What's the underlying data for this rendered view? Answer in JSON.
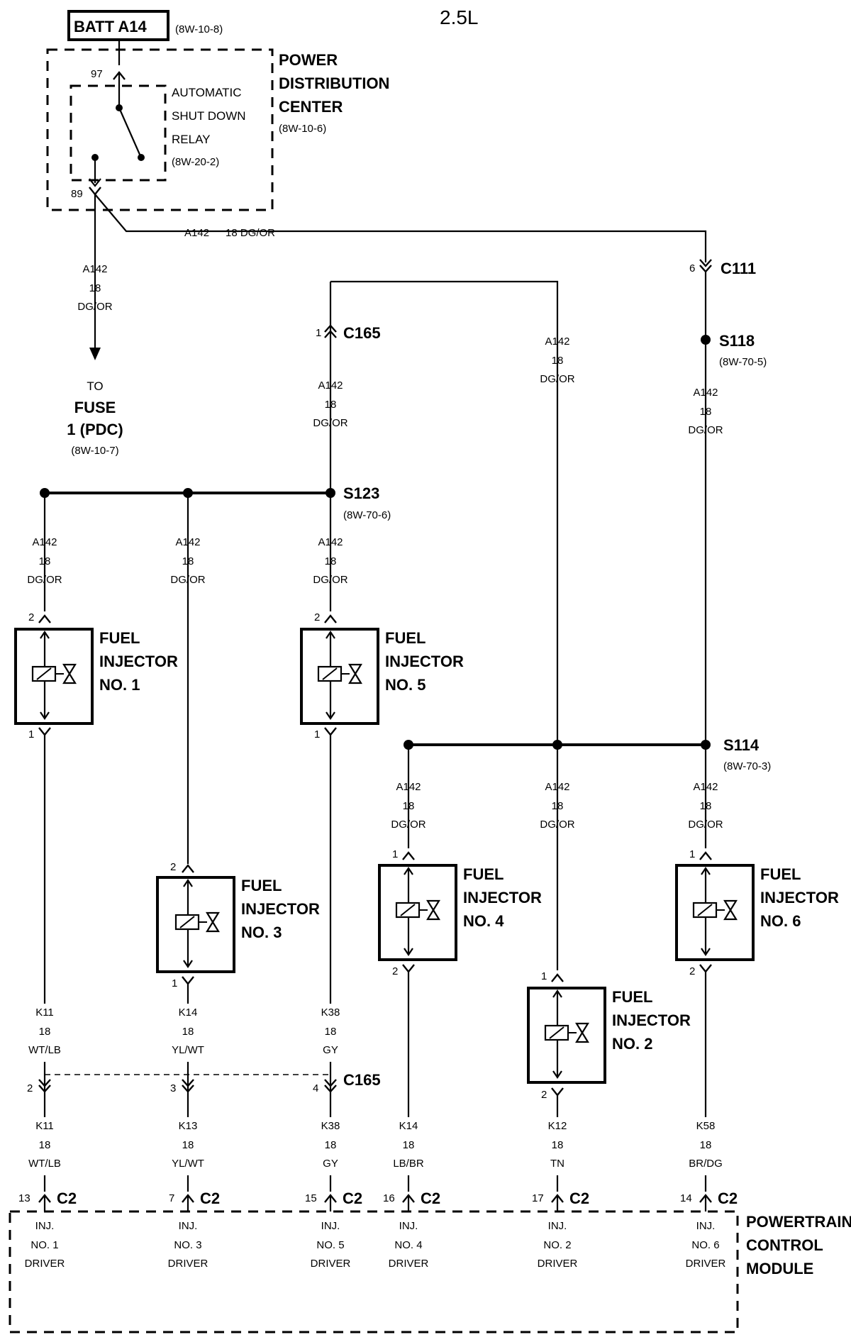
{
  "title": "2.5L",
  "batt": {
    "label": "BATT A14",
    "ref": "(8W-10-8)"
  },
  "pdc": {
    "l1": "POWER",
    "l2": "DISTRIBUTION",
    "l3": "CENTER",
    "ref": "(8W-10-6)"
  },
  "relay": {
    "l1": "AUTOMATIC",
    "l2": "SHUT DOWN",
    "l3": "RELAY",
    "ref": "(8W-20-2)",
    "pin_in": "97",
    "pin_out": "89"
  },
  "wire_a142": {
    "circuit": "A142",
    "gauge": "18",
    "color": "DG/OR",
    "inline": "18 DG/OR"
  },
  "fuse": {
    "to": "TO",
    "l1": "FUSE",
    "l2": "1 (PDC)",
    "ref": "(8W-10-7)"
  },
  "connectors": {
    "c111": "C111",
    "c111_pin": "6",
    "c165": "C165",
    "c165_top_pin": "1",
    "c2": "C2"
  },
  "splices": {
    "s118": "S118",
    "s118_ref": "(8W-70-5)",
    "s123": "S123",
    "s123_ref": "(8W-70-6)",
    "s114": "S114",
    "s114_ref": "(8W-70-3)"
  },
  "injectors": [
    {
      "l1": "FUEL",
      "l2": "INJECTOR",
      "l3": "NO. 1",
      "pin_top": "2",
      "pin_bot": "1"
    },
    {
      "l1": "FUEL",
      "l2": "INJECTOR",
      "l3": "NO. 3",
      "pin_top": "2",
      "pin_bot": "1"
    },
    {
      "l1": "FUEL",
      "l2": "INJECTOR",
      "l3": "NO. 5",
      "pin_top": "2",
      "pin_bot": "1"
    },
    {
      "l1": "FUEL",
      "l2": "INJECTOR",
      "l3": "NO. 4",
      "pin_top": "1",
      "pin_bot": "2"
    },
    {
      "l1": "FUEL",
      "l2": "INJECTOR",
      "l3": "NO. 2",
      "pin_top": "1",
      "pin_bot": "2"
    },
    {
      "l1": "FUEL",
      "l2": "INJECTOR",
      "l3": "NO. 6",
      "pin_top": "1",
      "pin_bot": "2"
    }
  ],
  "upper_wires": [
    {
      "circuit": "K11",
      "gauge": "18",
      "color": "WT/LB",
      "c165_pin": "2"
    },
    {
      "circuit": "K14",
      "gauge": "18",
      "color": "YL/WT",
      "c165_pin": "3"
    },
    {
      "circuit": "K38",
      "gauge": "18",
      "color": "GY",
      "c165_pin": "4"
    }
  ],
  "lower_wires": [
    {
      "circuit": "K11",
      "gauge": "18",
      "color": "WT/LB",
      "c2_pin": "13"
    },
    {
      "circuit": "K13",
      "gauge": "18",
      "color": "YL/WT",
      "c2_pin": "7"
    },
    {
      "circuit": "K38",
      "gauge": "18",
      "color": "GY",
      "c2_pin": "15"
    },
    {
      "circuit": "K14",
      "gauge": "18",
      "color": "LB/BR",
      "c2_pin": "16"
    },
    {
      "circuit": "K12",
      "gauge": "18",
      "color": "TN",
      "c2_pin": "17"
    },
    {
      "circuit": "K58",
      "gauge": "18",
      "color": "BR/DG",
      "c2_pin": "14"
    }
  ],
  "pcm": {
    "l1": "POWERTRAIN",
    "l2": "CONTROL",
    "l3": "MODULE",
    "drivers": [
      {
        "l1": "INJ.",
        "l2": "NO. 1",
        "l3": "DRIVER"
      },
      {
        "l1": "INJ.",
        "l2": "NO. 3",
        "l3": "DRIVER"
      },
      {
        "l1": "INJ.",
        "l2": "NO. 5",
        "l3": "DRIVER"
      },
      {
        "l1": "INJ.",
        "l2": "NO. 4",
        "l3": "DRIVER"
      },
      {
        "l1": "INJ.",
        "l2": "NO. 2",
        "l3": "DRIVER"
      },
      {
        "l1": "INJ.",
        "l2": "NO. 6",
        "l3": "DRIVER"
      }
    ]
  }
}
